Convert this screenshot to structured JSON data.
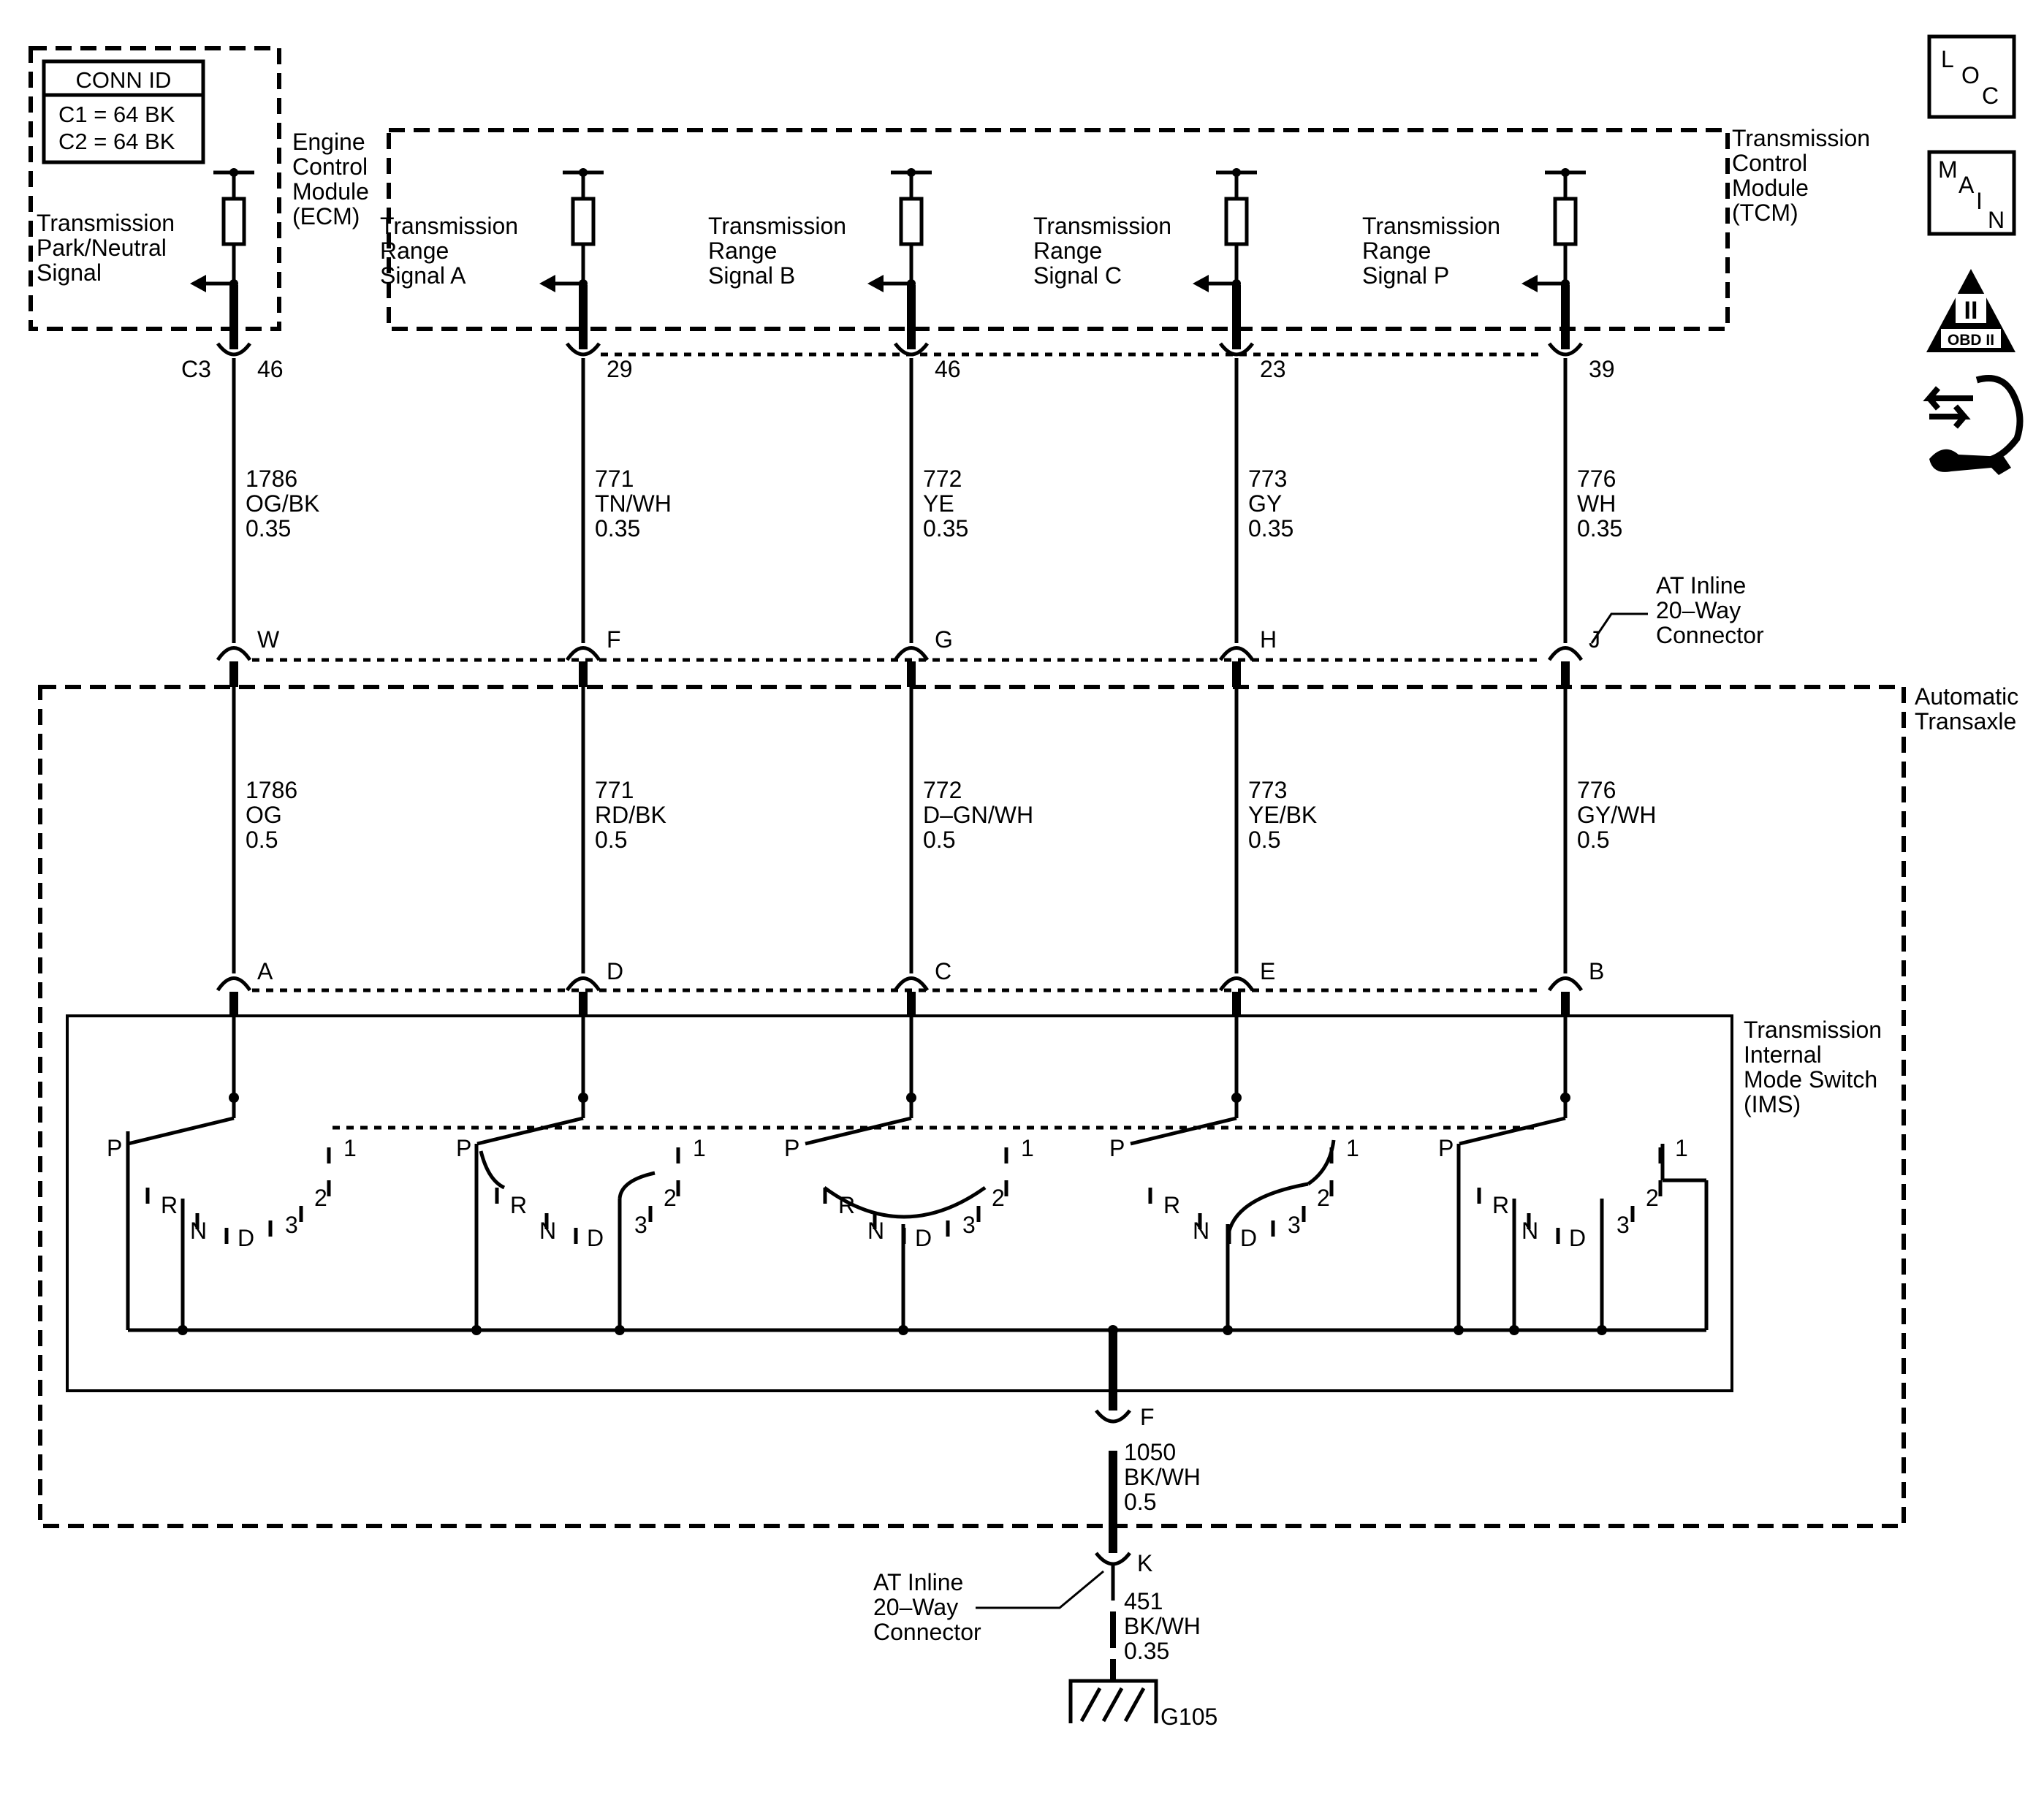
{
  "conn_id": {
    "title": "CONN ID",
    "line1": "C1 = 64 BK",
    "line2": "C2 = 64 BK"
  },
  "modules": {
    "ecm": [
      "Engine",
      "Control",
      "Module",
      "(ECM)"
    ],
    "tcm": [
      "Transmission",
      "Control",
      "Module",
      "(TCM)"
    ],
    "transaxle": [
      "Automatic",
      "Transaxle"
    ],
    "ims": [
      "Transmission",
      "Internal",
      "Mode Switch",
      "(IMS)"
    ]
  },
  "signals": [
    [
      "Transmission",
      "Park/Neutral",
      "Signal"
    ],
    [
      "Transmission",
      "Range",
      "Signal A"
    ],
    [
      "Transmission",
      "Range",
      "Signal B"
    ],
    [
      "Transmission",
      "Range",
      "Signal C"
    ],
    [
      "Transmission",
      "Range",
      "Signal P"
    ]
  ],
  "top_pins": {
    "c3_label": "C3",
    "pins": [
      "46",
      "29",
      "46",
      "23",
      "39"
    ]
  },
  "upper_wires": [
    [
      "1786",
      "OG/BK",
      "0.35"
    ],
    [
      "771",
      "TN/WH",
      "0.35"
    ],
    [
      "772",
      "YE",
      "0.35"
    ],
    [
      "773",
      "GY",
      "0.35"
    ],
    [
      "776",
      "WH",
      "0.35"
    ]
  ],
  "inline_connector": {
    "label": [
      "AT Inline",
      "20–Way",
      "Connector"
    ],
    "upper_pins": [
      "W",
      "F",
      "G",
      "H",
      "J"
    ]
  },
  "lower_wires": [
    [
      "1786",
      "OG",
      "0.5"
    ],
    [
      "771",
      "RD/BK",
      "0.5"
    ],
    [
      "772",
      "D–GN/WH",
      "0.5"
    ],
    [
      "773",
      "YE/BK",
      "0.5"
    ],
    [
      "776",
      "GY/WH",
      "0.5"
    ]
  ],
  "ims_pins": [
    "A",
    "D",
    "C",
    "E",
    "B"
  ],
  "switch_positions": [
    "P",
    "R",
    "N",
    "D",
    "3",
    "2",
    "1"
  ],
  "ground_path": {
    "pin_f": "F",
    "wire1": [
      "1050",
      "BK/WH",
      "0.5"
    ],
    "pin_k": "K",
    "wire2": [
      "451",
      "BK/WH",
      "0.35"
    ],
    "ground": "G105"
  },
  "side_icons": {
    "loc": [
      "L",
      "O",
      "C"
    ],
    "main": [
      "M",
      "A",
      "I",
      "N"
    ],
    "obd": [
      "II",
      "OBD II"
    ]
  }
}
